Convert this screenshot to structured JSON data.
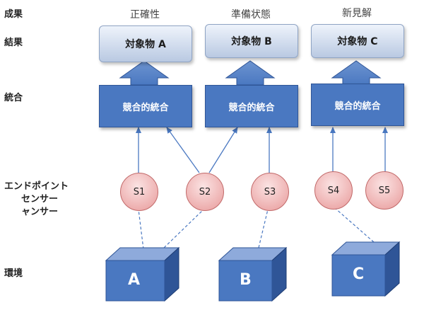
{
  "row_labels": {
    "outcome": "成果",
    "result": "結果",
    "integration": "統合",
    "sensor_line1": "エンドポイント",
    "sensor_line2": "センサー",
    "sensor_line3": "ャンサー",
    "environment": "環境"
  },
  "columns": {
    "accuracy": "正確性",
    "readiness": "準備状態",
    "insight": "新見解"
  },
  "targets": {
    "a": "対象物 A",
    "b": "対象物 B",
    "c": "対象物 C"
  },
  "integration": {
    "a": "競合的統合",
    "b": "競合的統合",
    "c": "競合的統合"
  },
  "sensors": {
    "s1": "S1",
    "s2": "S2",
    "s3": "S3",
    "s4": "S4",
    "s5": "S5"
  },
  "environments": {
    "a": "A",
    "b": "B",
    "c": "C"
  },
  "colors": {
    "box_blue": "#4a78c1",
    "box_border": "#2f5597",
    "sensor_pink": "#e89a9a",
    "target_light": "#b9c9e2"
  }
}
